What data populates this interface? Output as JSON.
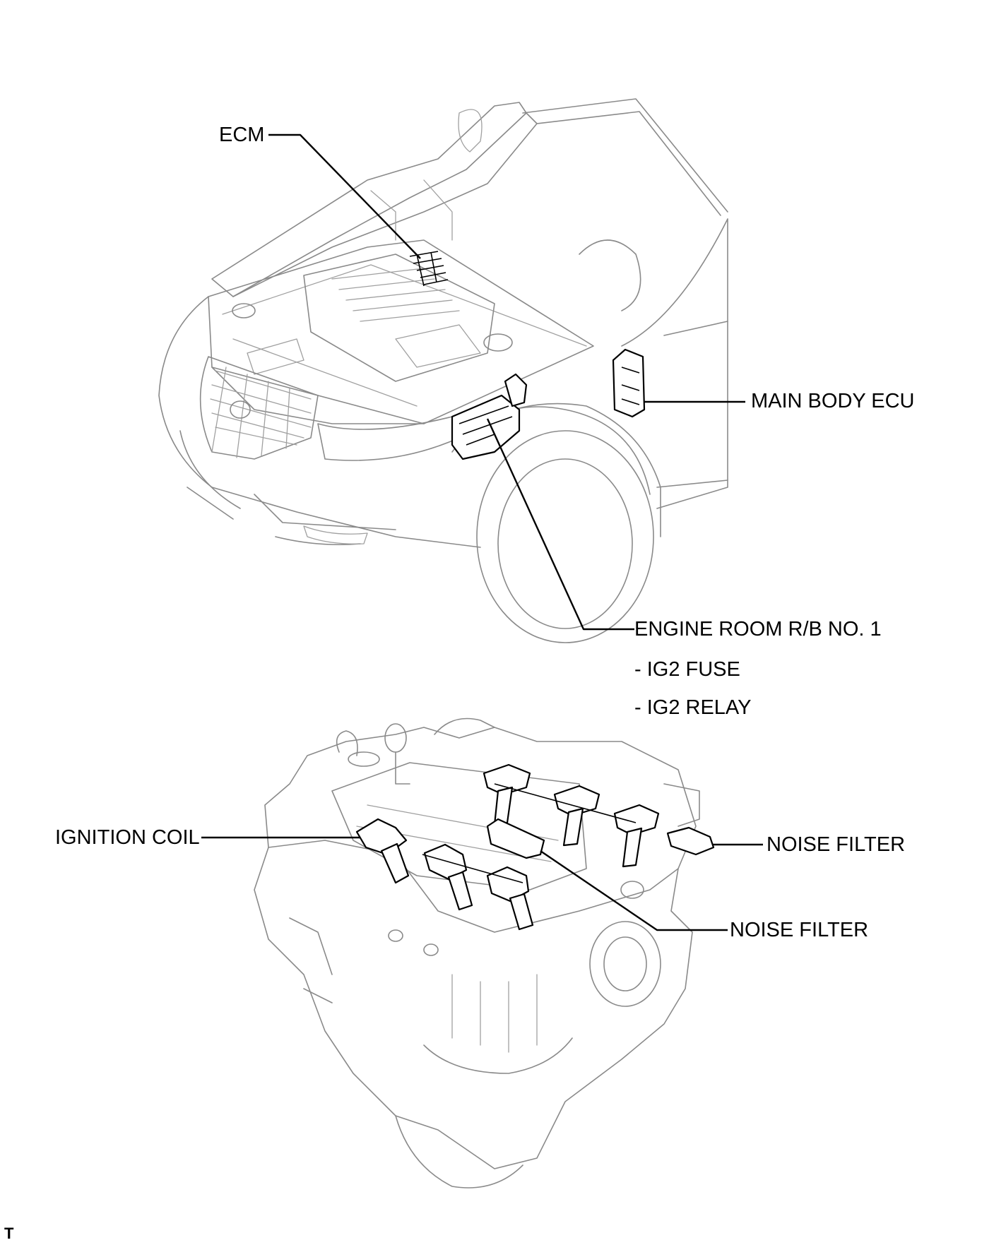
{
  "labels": {
    "ecm": "ECM",
    "main_body_ecu": "MAIN BODY ECU",
    "engine_room_rb": "ENGINE ROOM R/B NO. 1",
    "ig2_fuse": "- IG2 FUSE",
    "ig2_relay": "- IG2 RELAY",
    "ignition_coil": "IGNITION COIL",
    "noise_filter_right": "NOISE FILTER",
    "noise_filter_center": "NOISE FILTER"
  },
  "corner_mark": "T",
  "colors": {
    "background": "#ffffff",
    "outline": "#8a8a8a",
    "highlight": "#000000"
  }
}
